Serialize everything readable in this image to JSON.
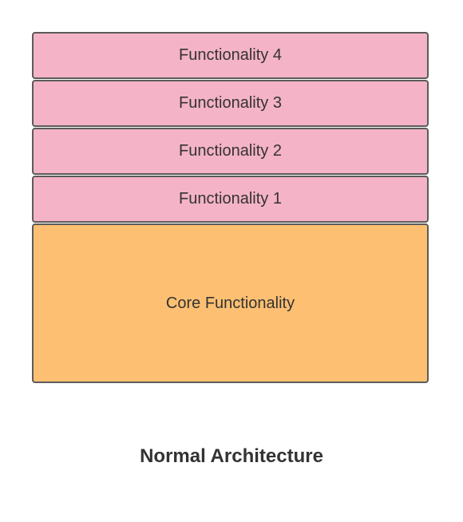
{
  "diagram": {
    "layers": [
      {
        "label": "Functionality 4"
      },
      {
        "label": "Functionality 3"
      },
      {
        "label": "Functionality 2"
      },
      {
        "label": "Functionality 1"
      }
    ],
    "core": {
      "label": "Core Functionality"
    },
    "caption": "Normal Architecture"
  },
  "colors": {
    "layer_fill": "#f4b3c6",
    "core_fill": "#fdbf72",
    "border": "#5b5b5b",
    "text": "#333333"
  }
}
